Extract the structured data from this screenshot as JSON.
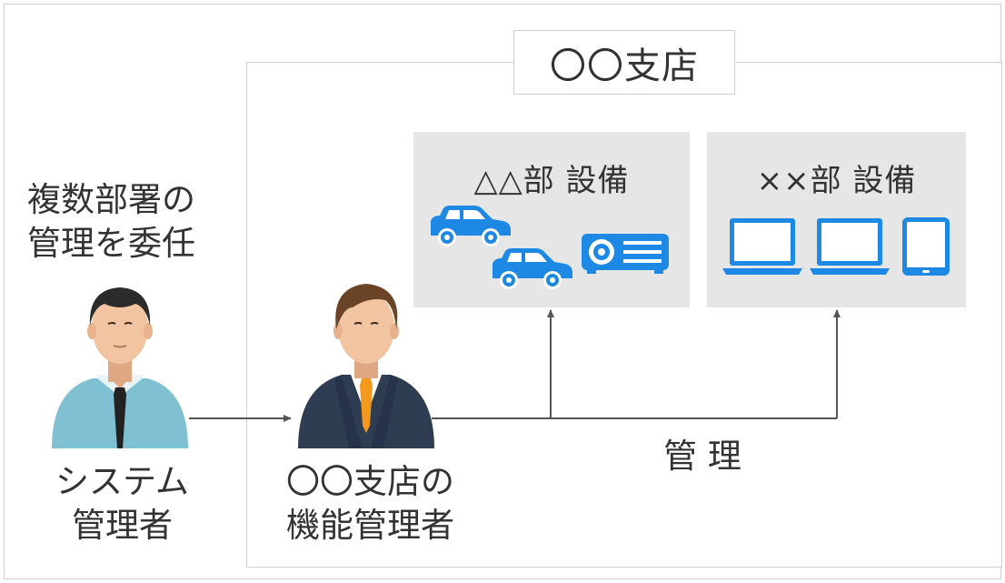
{
  "branch": {
    "title": "〇〇支店"
  },
  "dept_a": {
    "title": "△△部 設備",
    "equipment": [
      "car-icon",
      "car-icon",
      "projector-icon"
    ]
  },
  "dept_b": {
    "title": "××部 設備",
    "equipment": [
      "laptop-icon",
      "laptop-icon",
      "tablet-icon"
    ]
  },
  "delegation": {
    "line1": "複数部署の",
    "line2": "管理を委任"
  },
  "system_admin": {
    "line1": "システム",
    "line2": "管理者"
  },
  "function_admin": {
    "line1": "〇〇支店の",
    "line2": "機能管理者"
  },
  "manage_label": "管 理",
  "colors": {
    "accent": "#1e88e5",
    "panel_bg": "#e6e6e6",
    "line": "#555555"
  }
}
